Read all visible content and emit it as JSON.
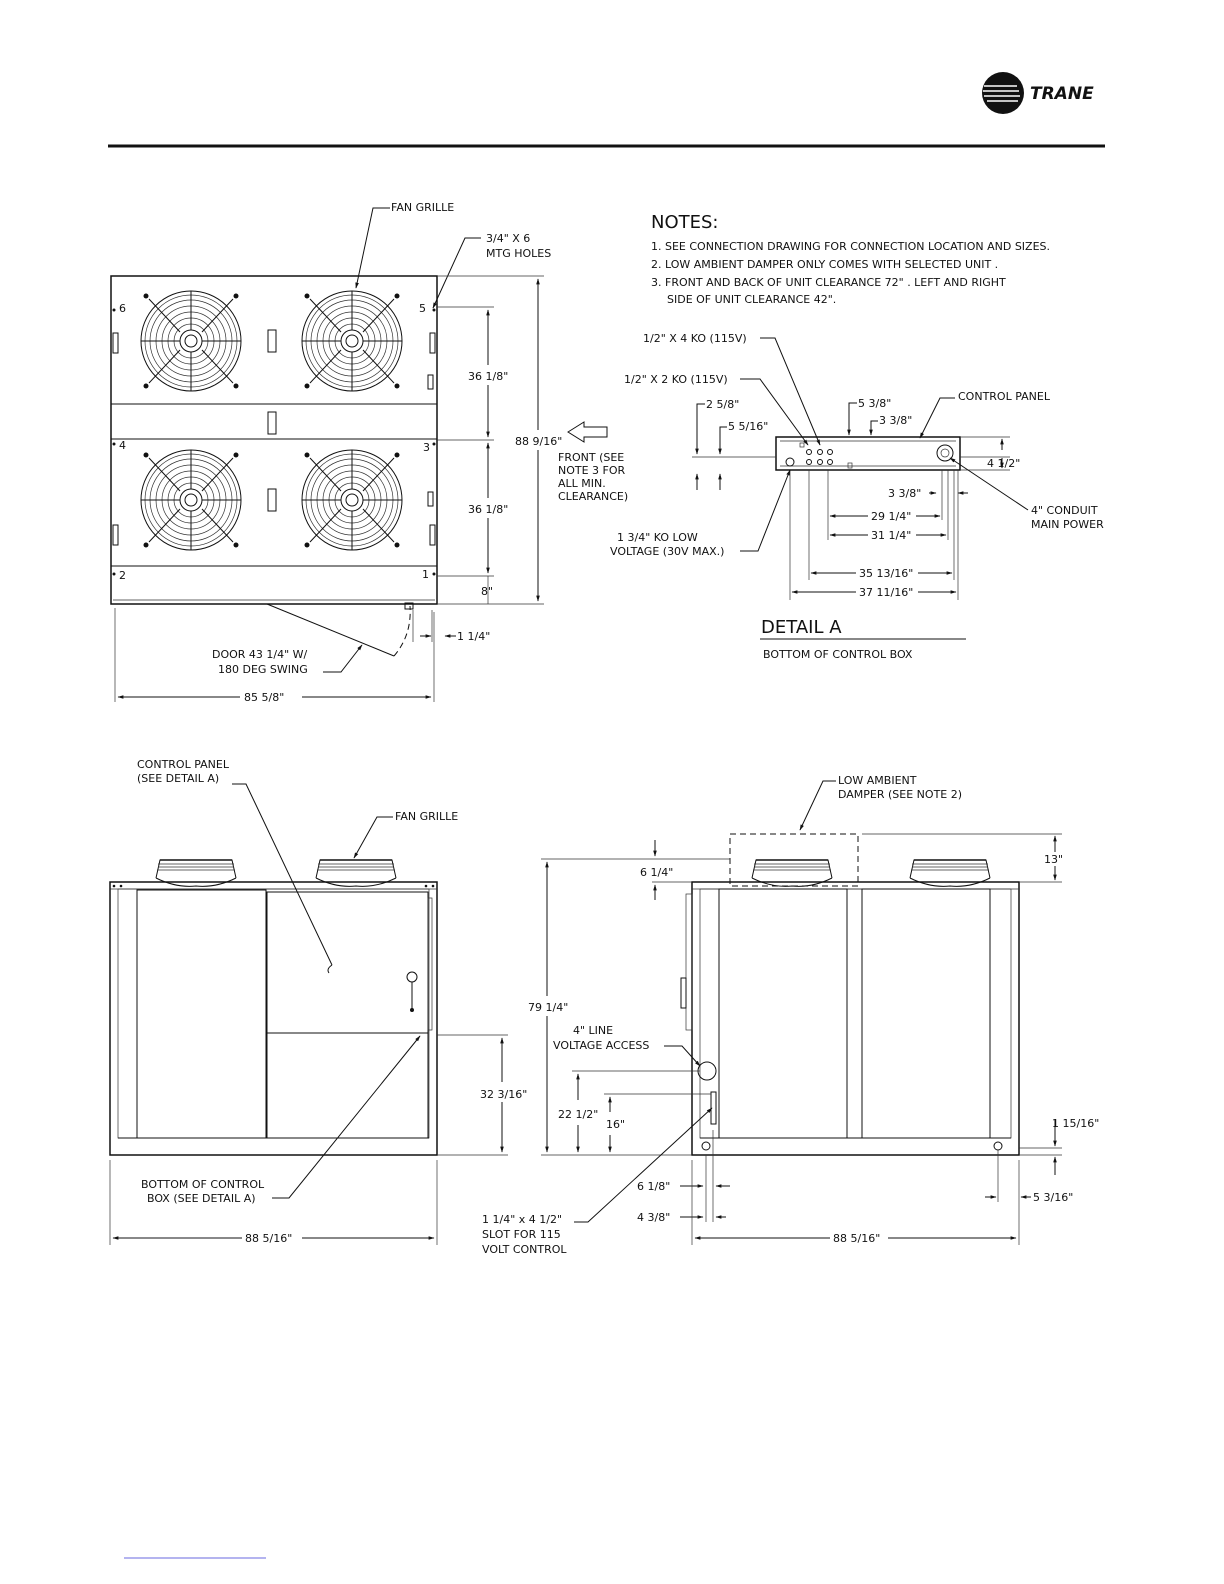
{
  "brand": {
    "name": "TRANE"
  },
  "notes": {
    "title": "NOTES:",
    "items": [
      "1. SEE CONNECTION DRAWING FOR CONNECTION LOCATION AND SIZES.",
      "2. LOW AMBIENT DAMPER ONLY COMES WITH SELECTED UNIT .",
      "3. FRONT AND BACK OF UNIT CLEARANCE 72\" . LEFT AND RIGHT",
      "SIDE OF UNIT CLEARANCE 42\"."
    ]
  },
  "top_view": {
    "fan_grille": "FAN GRILLE",
    "mtg_holes": [
      "3/4\" X 6",
      "MTG HOLES"
    ],
    "hole_numbers": [
      "1",
      "2",
      "3",
      "4",
      "5",
      "6"
    ],
    "dim_upper": "36 1/8\"",
    "dim_lower": "36 1/8\"",
    "dim_bottom": "8\"",
    "dim_total": "88 9/16\"",
    "front_note": [
      "FRONT (SEE",
      "NOTE 3 FOR",
      "ALL MIN.",
      "CLEARANCE)"
    ],
    "dim_door_offset": "1 1/4\"",
    "door_label": [
      "DOOR 43 1/4\" W/",
      "180 DEG SWING"
    ],
    "dim_width": "85 5/8\""
  },
  "detail_a": {
    "ko_115_4": "1/2\" X 4 KO (115V)",
    "ko_115_2": "1/2\" X 2 KO (115V)",
    "d_2_5_8": "2 5/8\"",
    "d_5_5_16": "5 5/16\"",
    "d_5_3_8": "5 3/8\"",
    "d_3_3_8_top": "3 3/8\"",
    "control_panel": "CONTROL PANEL",
    "d_4_1_2": "4 1/2\"",
    "d_3_3_8_bot": "3 3/8\"",
    "conduit": [
      "4\" CONDUIT",
      "MAIN POWER"
    ],
    "d_29_1_4": "29 1/4\"",
    "d_31_1_4": "31 1/4\"",
    "ko_low": [
      "1 3/4\" KO LOW",
      "VOLTAGE (30V MAX.)"
    ],
    "d_35_13_16": "35 13/16\"",
    "d_37_11_16": "37 11/16\"",
    "title": "DETAIL A",
    "subtitle": "BOTTOM OF CONTROL BOX"
  },
  "front_view": {
    "control_panel": [
      "CONTROL PANEL",
      "(SEE DETAIL A)"
    ],
    "fan_grille": "FAN GRILLE",
    "dim_height": "32 3/16\"",
    "bottom_box": [
      "BOTTOM OF CONTROL",
      "BOX (SEE DETAIL A)"
    ],
    "dim_width": "88 5/16\""
  },
  "side_view": {
    "damper": [
      "LOW AMBIENT",
      "DAMPER (SEE NOTE 2)"
    ],
    "dim_13": "13\"",
    "dim_6_1_4": "6 1/4\"",
    "dim_79_1_4": "79 1/4\"",
    "line_voltage": [
      "4\" LINE",
      "VOLTAGE ACCESS"
    ],
    "dim_22_1_2": "22 1/2\"",
    "dim_16": "16\"",
    "dim_1_15_16": "1 15/16\"",
    "dim_6_1_8": "6 1/8\"",
    "dim_4_3_8": "4 3/8\"",
    "dim_5_3_16": "5 3/16\"",
    "slot": [
      "1 1/4\" x 4 1/2\"",
      "SLOT FOR 115",
      "VOLT CONTROL"
    ],
    "dim_width": "88 5/16\""
  }
}
